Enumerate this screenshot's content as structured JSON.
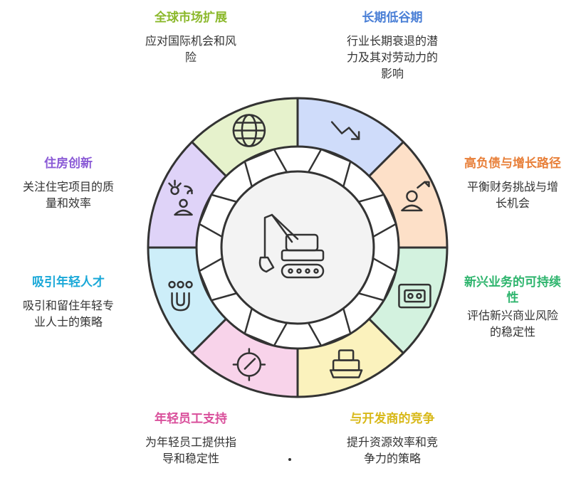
{
  "colors": {
    "green": "#8bb82b",
    "blue": "#4a7fd6",
    "orange": "#e8803a",
    "teal": "#2fb56e",
    "gold": "#d8b818",
    "pink": "#d94f9b",
    "cyan": "#1aa8d8",
    "purple": "#8a5ad6"
  },
  "segments": [
    {
      "title": "全球市场扩展",
      "desc_lines": [
        "应对国际机会和风",
        "险"
      ],
      "icon": "globe-icon",
      "color": "green"
    },
    {
      "title": "长期低谷期",
      "desc_lines": [
        "行业长期衰退的潜",
        "力及其对劳动力的",
        "影响"
      ],
      "icon": "trend-down-icon",
      "color": "blue"
    },
    {
      "title": "高负债与增长路径",
      "desc_lines": [
        "平衡财务挑战与增",
        "长机会"
      ],
      "icon": "growth-person-icon",
      "color": "orange"
    },
    {
      "title": "新兴业务的可持续",
      "title2": "性",
      "desc_lines": [
        "评估新兴商业风险",
        "的稳定性"
      ],
      "icon": "battery-icon",
      "color": "teal"
    },
    {
      "title": "与开发商的竞争",
      "desc_lines": [
        "提升资源效率和竞",
        "争力的策略"
      ],
      "icon": "bulldozer-icon",
      "color": "gold"
    },
    {
      "title": "年轻员工支持",
      "desc_lines": [
        "为年轻员工提供指",
        "导和稳定性"
      ],
      "icon": "compass-icon",
      "color": "pink"
    },
    {
      "title": "吸引年轻人才",
      "desc_lines": [
        "吸引和留住年轻专",
        "业人士的策略"
      ],
      "icon": "magnet-people-icon",
      "color": "cyan"
    },
    {
      "title": "住房创新",
      "desc_lines": [
        "关注住宅项目的质",
        "量和效率"
      ],
      "icon": "innovation-person-icon",
      "color": "purple"
    }
  ],
  "center_icon": "excavator-icon"
}
